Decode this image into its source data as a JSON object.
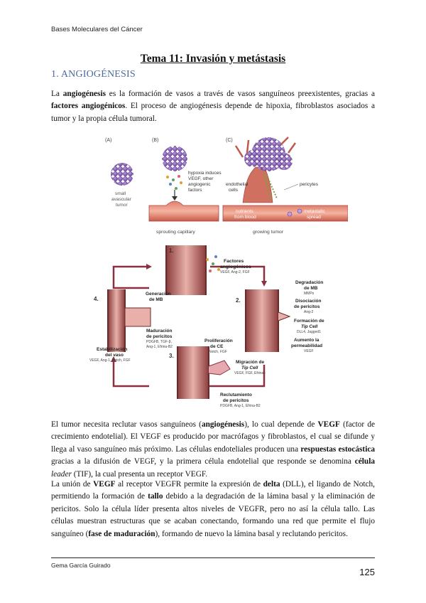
{
  "header": {
    "running_title": "Bases Moleculares del Cáncer"
  },
  "title": "Tema 11: Invasión y metástasis",
  "section": {
    "heading": "1. ANGIOGÉNESIS"
  },
  "p1": {
    "t1": "La ",
    "b1": "angiogénesis",
    "t2": " es la formación de vasos a través de vasos sanguíneos preexistentes, gracias a ",
    "b2": "factores angiogénicos",
    "t3": ". El proceso de angiogénesis depende de hipoxia, fibroblastos asociados a tumor y la propia célula tumoral."
  },
  "figure_top": {
    "panel_a": "(A)",
    "panel_b": "(B)",
    "panel_c": "(C)",
    "small_tumor": [
      "small",
      "avascular",
      "tumor"
    ],
    "hypoxia": [
      "hypoxia induces",
      "VEGF, other",
      "angiogenic",
      "factors"
    ],
    "sprouting": "sprouting capillary",
    "growing": "growing tumor",
    "endothelial": [
      "endothelial",
      "cells"
    ],
    "pericytes": "pericytes",
    "nutrients": [
      "nutrients",
      "from blood"
    ],
    "metastatic": [
      "metastatic",
      "spread"
    ]
  },
  "figure_bottom": {
    "s1": "1.",
    "s2": "2.",
    "s3": "3.",
    "s4": "4.",
    "factores": [
      "Factores",
      "angiogénicos"
    ],
    "factores_sub": "VEGF, Ang-2, FGF",
    "degradacion": [
      "Degradación",
      "de MB"
    ],
    "degradacion_sub": "MMPs",
    "disociacion": [
      "Disociación",
      "de pericitos"
    ],
    "disociacion_sub": "Ang-2",
    "formacion": [
      "Formación de",
      "Tip Cell"
    ],
    "formacion_sub": "DLL4, Jagged1",
    "aumento": [
      "Aumento la",
      "permeabilidad"
    ],
    "aumento_sub": "VEGF",
    "proliferacion": [
      "Proliferación",
      "de CE"
    ],
    "proliferacion_sub": "Notch, FGF",
    "migracion": [
      "Migración de",
      "Tip Cell"
    ],
    "migracion_sub": "VEGF, FGF, Efrinas",
    "reclutamiento": [
      "Reclutamiento",
      "de pericitos"
    ],
    "reclutamiento_sub": "PDGFB, Ang-1, Efrina-B2",
    "generacion": [
      "Generación",
      "de MB"
    ],
    "maduracion": [
      "Maduración",
      "de pericitos"
    ],
    "maduracion_sub": [
      "PDGFB, TGF-β,",
      "Ang-1, Efrina-B2"
    ],
    "estabilizacion": [
      "Estabilización",
      "del vaso"
    ],
    "estabilizacion_sub": "VEGF, Ang-1, Notch, FGF"
  },
  "p2": {
    "t1": "El tumor necesita reclutar vasos sanguíneos (",
    "b1": "angiogénesis",
    "t2": "), lo cual depende de ",
    "b2": "VEGF",
    "t3": " (factor de crecimiento endotelial). El VEGF es producido por macrófagos y fibroblastos, el cual se difunde y llega al vaso sanguíneo más próximo. Las células endoteliales producen una ",
    "b3": "respuestas estocástica",
    "t4": " gracias a la difusión de VEGF, y la primera célula endotelial que responde se denomina ",
    "b4": "célula",
    "i1": "leader",
    "t5": " (TIF), la cual presenta un receptor VEGF."
  },
  "p3": {
    "t1": "La unión de ",
    "b1": "VEGF",
    "t2": " al receptor VEGFR permite la expresión de ",
    "b2": "delta",
    "t3": " (DLL), el ligando de Notch, permitiendo la formación de ",
    "b3": "tallo",
    "t4": " debido a la degradación de la lámina basal y la eliminación de pericitos. Solo la célula líder presenta altos niveles de VEGFR, pero no así la célula tallo. Las células muestran estructuras que se acaban conectando, formando una red que permite el flujo sanguíneo (",
    "b4": "fase de maduración",
    "t5": "), formando de nuevo la lámina basal y reclutando pericitos."
  },
  "footer": {
    "author": "Gema García Guirado",
    "page": "125"
  }
}
